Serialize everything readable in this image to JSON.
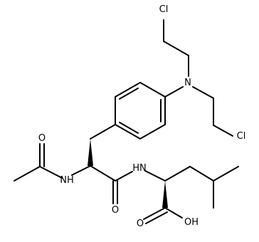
{
  "structure": {
    "atoms": {
      "cl_top": "Cl",
      "n_amine": "N",
      "cl_right": "Cl",
      "o_acetyl": "O",
      "nh_acetamide": "NH",
      "hn_amide": "HN",
      "o_amide": "O",
      "o_acid": "O",
      "oh_acid": "OH"
    },
    "colors": {
      "ink": "#000000",
      "background": "#ffffff"
    }
  }
}
